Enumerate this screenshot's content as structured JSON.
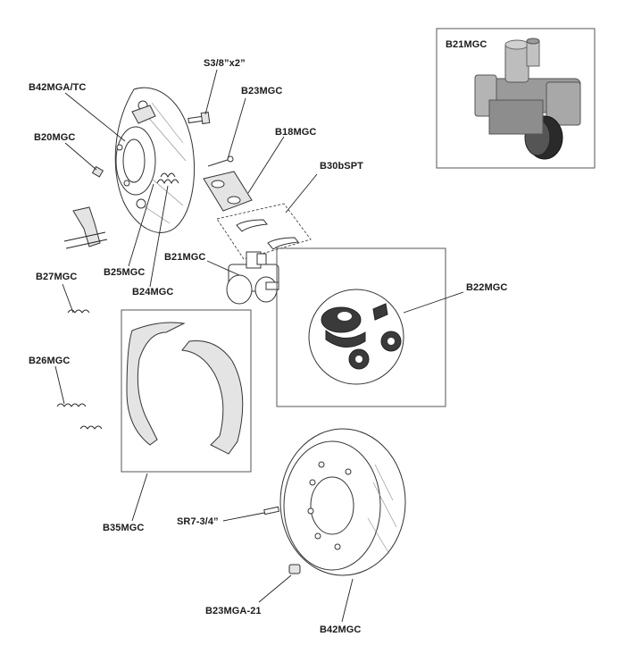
{
  "labels": {
    "s38x2": "S3/8”x2”",
    "b42mgatc": "B42MGA/TC",
    "b23mgc": "B23MGC",
    "b20mgc": "B20MGC",
    "b18mgc": "B18MGC",
    "b30bspt": "B30bSPT",
    "b21mgc": "B21MGC",
    "b25mgc": "B25MGC",
    "b24mgc": "B24MGC",
    "b27mgc": "B27MGC",
    "b22mgc": "B22MGC",
    "b26mgc": "B26MGC",
    "b35mgc": "B35MGC",
    "sr734": "SR7-3/4”",
    "b23mga21": "B23MGA-21",
    "b42mgc": "B42MGC"
  },
  "inset": {
    "title": "B21MGC"
  }
}
